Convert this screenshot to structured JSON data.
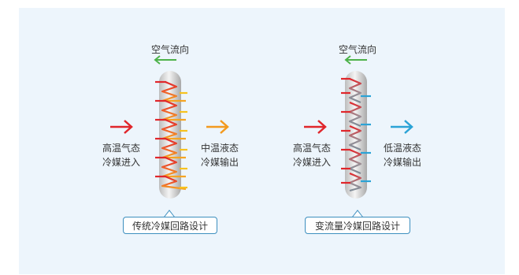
{
  "colors": {
    "panel_bg": "#edf5fc",
    "hot_red": "#e0262b",
    "hot_orange": "#f39a1f",
    "cold_blue": "#2ba3d6",
    "airflow_green": "#4db24a",
    "label_border": "#3d8fbf"
  },
  "left_unit": {
    "airflow_label": "空气流向",
    "input_label_line1": "高温气态",
    "input_label_line2": "冷媒进入",
    "output_label_line1": "中温液态",
    "output_label_line2": "冷媒输出",
    "design_label": "传统冷媒回路设计"
  },
  "right_unit": {
    "airflow_label": "空气流向",
    "input_label_line1": "高温气态",
    "input_label_line2": "冷媒进入",
    "output_label_line1": "低温液态",
    "output_label_line2": "冷媒输出",
    "design_label": "变流量冷媒回路设计"
  },
  "icons": {
    "airflow_arrow": "left-arrow-icon",
    "inlet_arrow": "right-arrow-icon",
    "outlet_arrow": "right-arrow-icon"
  }
}
